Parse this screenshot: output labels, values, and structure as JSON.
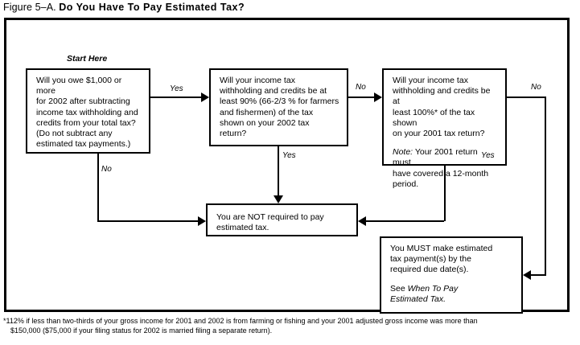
{
  "title": {
    "figure_number": "Figure 5–A.",
    "figure_name": "Do You Have To Pay Estimated Tax?"
  },
  "flowchart": {
    "start_label": "Start Here",
    "nodes": [
      {
        "id": "q1",
        "name": "question-owe-1000",
        "lines": [
          "Will you owe $1,000 or more",
          "for 2002 after subtracting",
          "income tax withholding and",
          "credits from your total tax?",
          "(Do not subtract any",
          "estimated tax payments.)"
        ]
      },
      {
        "id": "q2",
        "name": "question-90-percent-2002",
        "lines": [
          "Will your income tax",
          "withholding and credits be at",
          "least 90% (66-2/3 % for farmers",
          "and fishermen) of the tax",
          "shown on your 2002 tax",
          "return?"
        ]
      },
      {
        "id": "q3",
        "name": "question-100-percent-2001",
        "lines": [
          "Will your income tax",
          "withholding and credits be at",
          "least 100%* of the tax shown",
          "on your 2001 tax return?"
        ],
        "note_label": "Note:",
        "note_lines": [
          " Your 2001 return must",
          "have covered a 12-month",
          "period."
        ]
      },
      {
        "id": "not_required",
        "name": "outcome-not-required",
        "lines": [
          "You are NOT required to pay",
          "estimated tax."
        ]
      },
      {
        "id": "must_pay",
        "name": "outcome-must-pay",
        "lines": [
          "You MUST make estimated",
          "tax payment(s) by the",
          "required due date(s)."
        ],
        "see_prefix": "See ",
        "see_reference_lines": [
          "When To Pay",
          "Estimated Tax."
        ]
      }
    ],
    "edge_labels": {
      "q1_yes": "Yes",
      "q1_no": "No",
      "q2_no": "No",
      "q2_yes": "Yes",
      "q3_no": "No",
      "q3_yes": "Yes"
    }
  },
  "footnote": {
    "line1": "*112% if less than two-thirds of your gross income for 2001 and 2002 is from farming or fishing and your 2001 adjusted gross income was more than",
    "line2": "$150,000 ($75,000 if your filing status for 2002 is married filing a separate return)."
  }
}
